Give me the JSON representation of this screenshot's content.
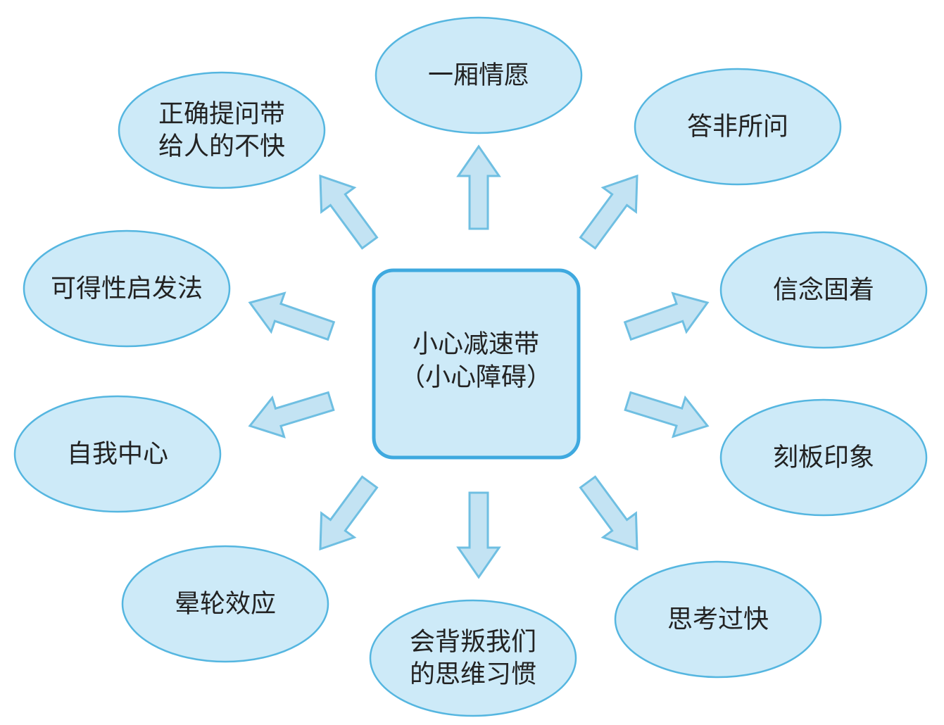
{
  "center": {
    "line1": "小心减速带",
    "line2": "（小心障碍）"
  },
  "nodes": [
    {
      "id": "yixiangqingyuan",
      "lines": [
        "一厢情愿"
      ]
    },
    {
      "id": "dafeisuowen",
      "lines": [
        "答非所问"
      ]
    },
    {
      "id": "xinniangu",
      "lines": [
        "信念固着"
      ]
    },
    {
      "id": "kebanyinxiang",
      "lines": [
        "刻板印象"
      ]
    },
    {
      "id": "sikaoguokuai",
      "lines": [
        "思考过快"
      ]
    },
    {
      "id": "beipan-siwei-xiguan",
      "lines": [
        "会背叛我们",
        "的思维习惯"
      ]
    },
    {
      "id": "yunlunxiaoying",
      "lines": [
        "晕轮效应"
      ]
    },
    {
      "id": "ziwozhongxin",
      "lines": [
        "自我中心"
      ]
    },
    {
      "id": "kedexing-qifafa",
      "lines": [
        "可得性启发法"
      ]
    },
    {
      "id": "zhengque-tiwen",
      "lines": [
        "正确提问带",
        "给人的不快"
      ]
    }
  ],
  "colors": {
    "fill": "#cdeaf8",
    "stroke": "#55b6e0"
  }
}
